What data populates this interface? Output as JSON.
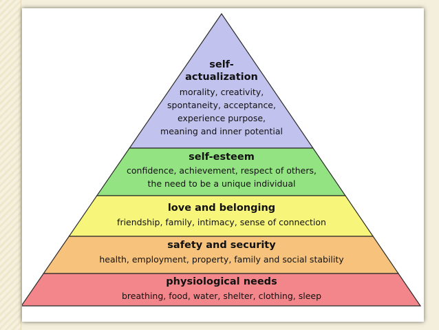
{
  "diagram": {
    "levels": [
      {
        "key": "self-actualization",
        "title_lines": [
          "self-",
          "actualization"
        ],
        "desc_lines": [
          "morality, creativity,",
          "spontaneity, acceptance,",
          "experience purpose,",
          "meaning and inner potential"
        ],
        "color": "#c2c2ef"
      },
      {
        "key": "self-esteem",
        "title_lines": [
          "self-esteem"
        ],
        "desc_lines": [
          "confidence, achievement, respect of others,",
          "the need to be a unique individual"
        ],
        "color": "#93e382"
      },
      {
        "key": "love-belonging",
        "title_lines": [
          "love and belonging"
        ],
        "desc_lines": [
          "friendship, family, intimacy, sense of connection"
        ],
        "color": "#f7f57a"
      },
      {
        "key": "safety-security",
        "title_lines": [
          "safety and security"
        ],
        "desc_lines": [
          "health, employment, property, family and social stability"
        ],
        "color": "#f6c27c"
      },
      {
        "key": "physiological",
        "title_lines": [
          "physiological needs"
        ],
        "desc_lines": [
          "breathing, food, water, shelter, clothing, sleep"
        ],
        "color": "#f3868a"
      }
    ]
  }
}
